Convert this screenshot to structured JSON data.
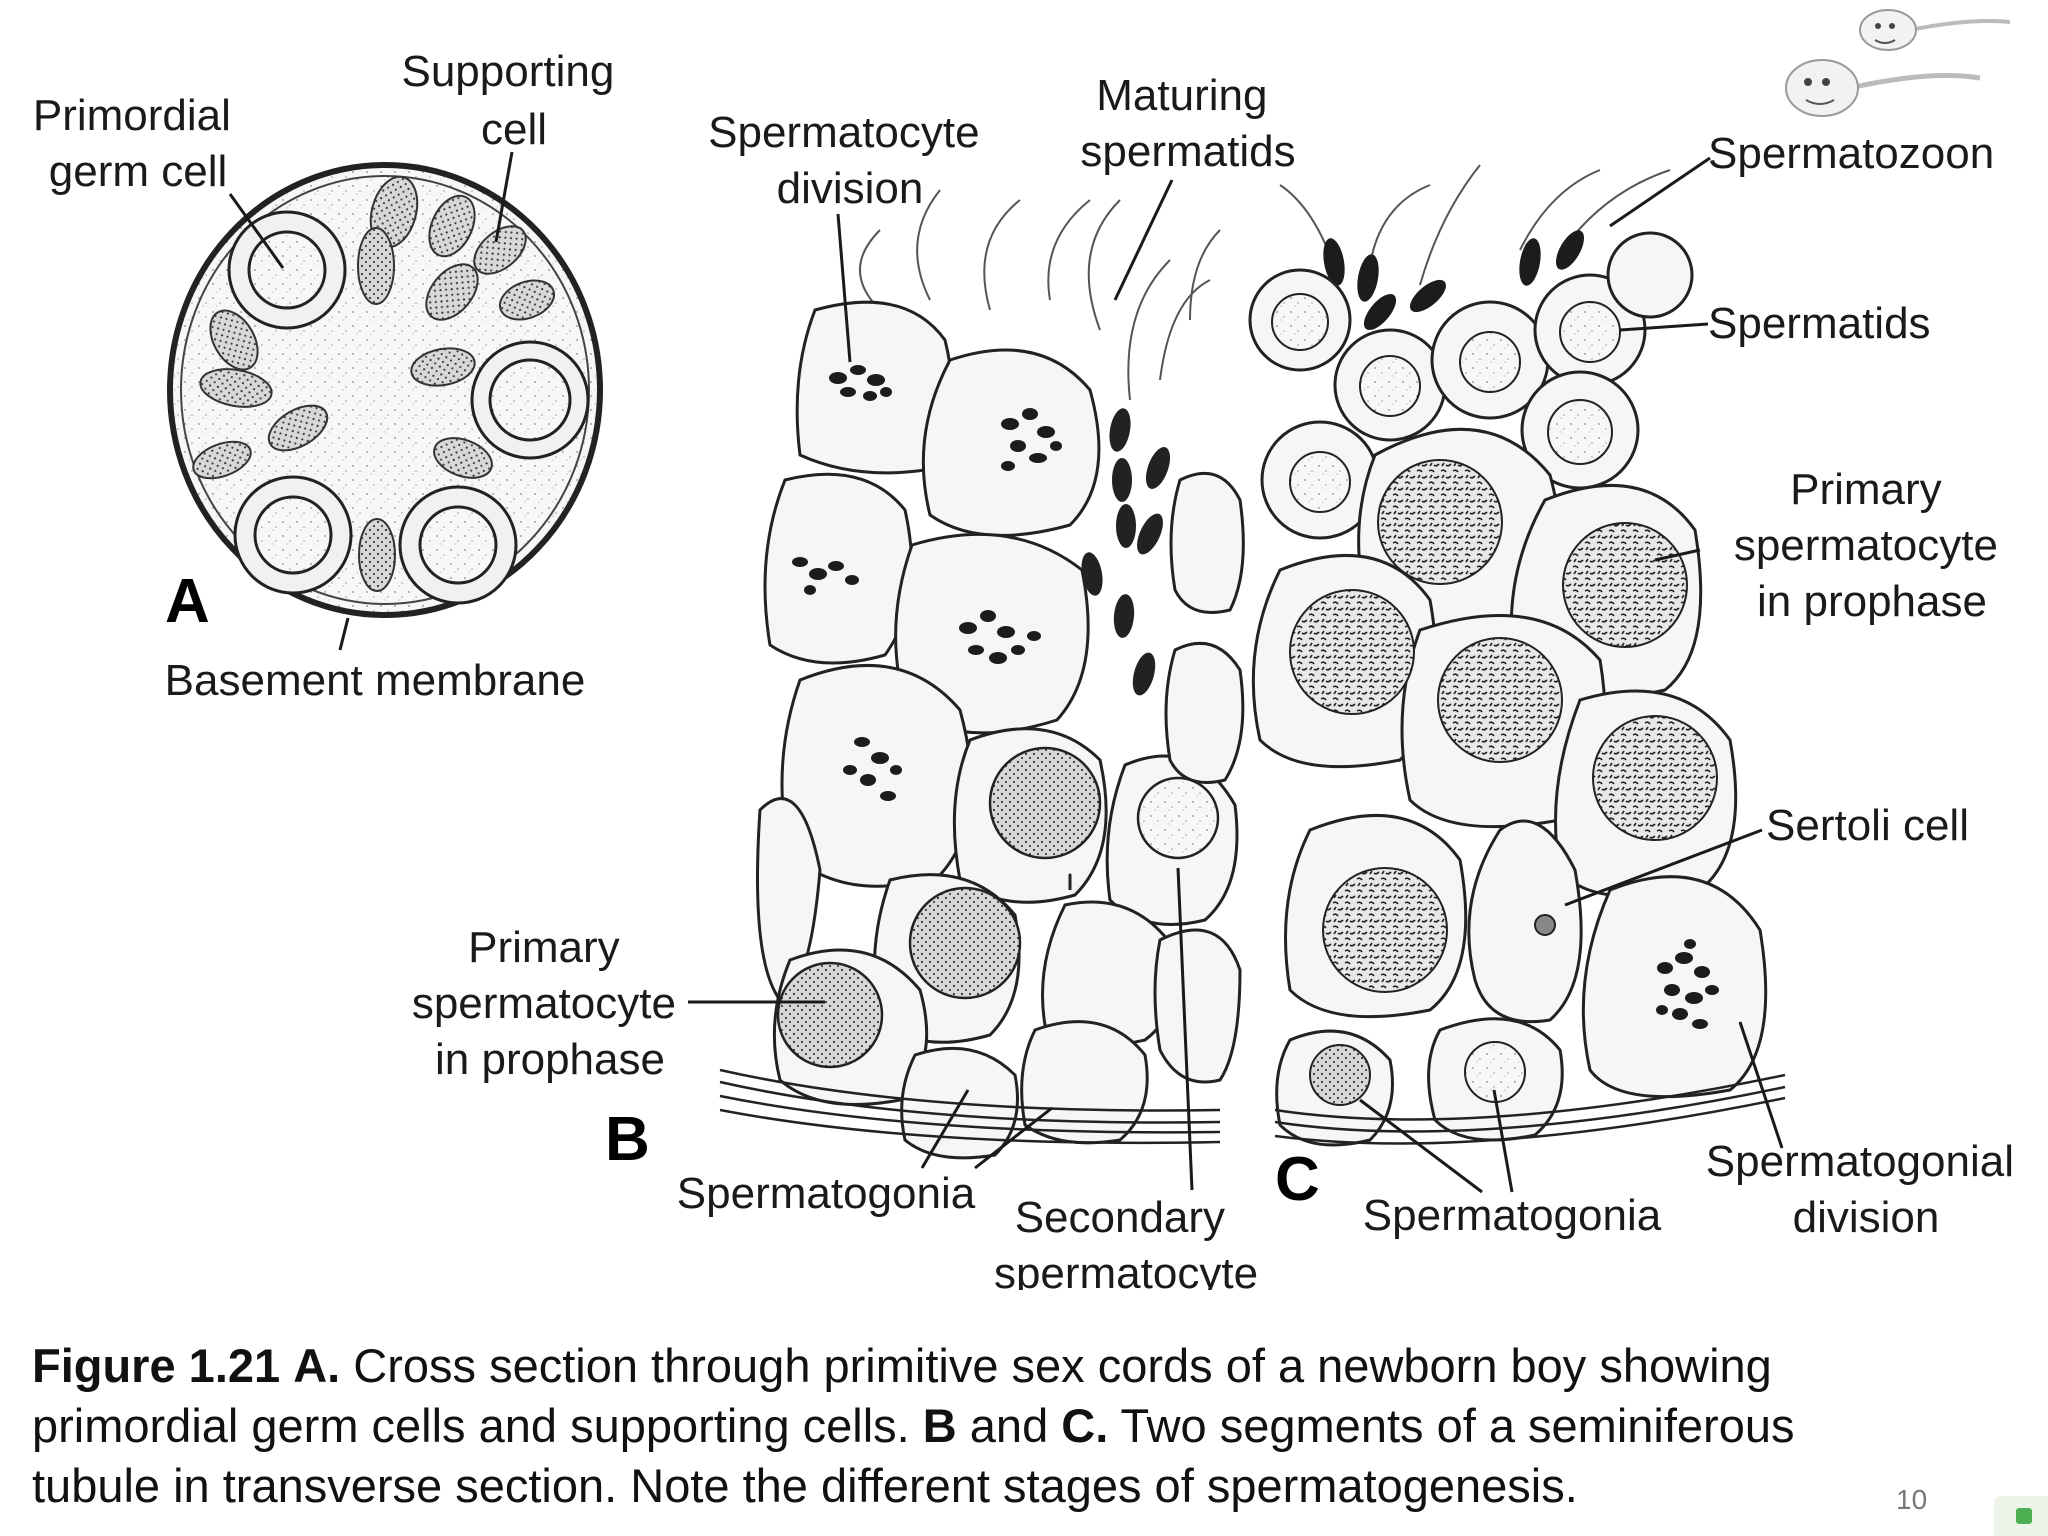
{
  "labels": {
    "primordial_germ_cell": [
      "Primordial",
      "germ cell"
    ],
    "supporting_cell": [
      "Supporting",
      "cell"
    ],
    "basement_membrane": "Basement membrane",
    "spermatocyte_division": [
      "Spermatocyte",
      "division"
    ],
    "maturing_spermatids": [
      "Maturing",
      "spermatids"
    ],
    "spermatozoon": "Spermatozoon",
    "spermatids": "Spermatids",
    "primary_spermatocyte_c": [
      "Primary",
      "spermatocyte",
      "in prophase"
    ],
    "sertoli_cell": "Sertoli cell",
    "primary_spermatocyte_b": [
      "Primary",
      "spermatocyte",
      "in prophase"
    ],
    "spermatogonia_b": "Spermatogonia",
    "secondary_spermatocyte": [
      "Secondary",
      "spermatocyte"
    ],
    "spermatogonia_c": "Spermatogonia",
    "spermatogonial_division": [
      "Spermatogonial",
      "division"
    ]
  },
  "panels": {
    "a": "A",
    "b": "B",
    "c": "C"
  },
  "caption": {
    "fig_number": "Figure 1.21",
    "a_label": "A.",
    "a_text": "Cross section through primitive sex cords of a newborn boy showing primordial germ cells and supporting cells.",
    "bc_b": "B",
    "and": "and",
    "bc_c": "C.",
    "bc_text": "Two segments of a seminiferous tubule in transverse section. Note the different stages of spermatogenesis."
  },
  "page_number": "10",
  "colors": {
    "ink": "#1a1a1a",
    "cell_fill": "#f4f4f4",
    "dark_chromatin": "#1c1c1c"
  },
  "icons": [
    "sperm-cartoon-icon",
    "presentation-widget-icon"
  ]
}
